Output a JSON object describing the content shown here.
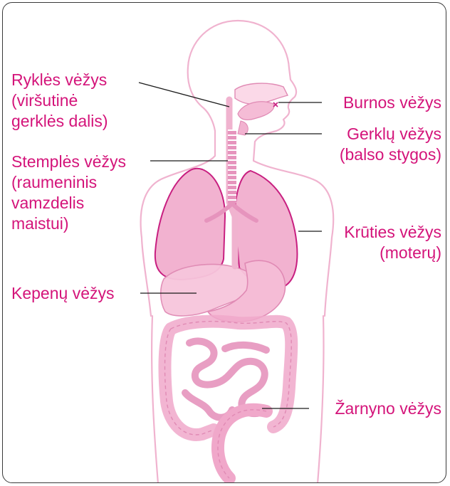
{
  "colors": {
    "label": "#d4147a",
    "outline": "#f0b3cf",
    "organ_fill": "#f7c6dc",
    "organ_stroke": "#e08ab4",
    "lung_fill": "#f2b2d0",
    "lung_stroke": "#c81f80",
    "leader": "#1a1a1a",
    "frame": "#3a3a3a"
  },
  "labels": {
    "pharynx": [
      "Ryklės vėžys",
      "(viršutinė",
      "gerklės dalis)"
    ],
    "esophagus": [
      "Stemplės vėžys",
      "(raumeninis",
      "vamzdelis",
      "maistui)"
    ],
    "liver": [
      "Kepenų vėžys"
    ],
    "mouth": [
      "Burnos vėžys"
    ],
    "larynx": [
      "Gerklų vėžys",
      "(balso stygos)"
    ],
    "breast": [
      "Krūties vėžys",
      "(moterų)"
    ],
    "bowel": [
      "Žarnyno vėžys"
    ]
  }
}
